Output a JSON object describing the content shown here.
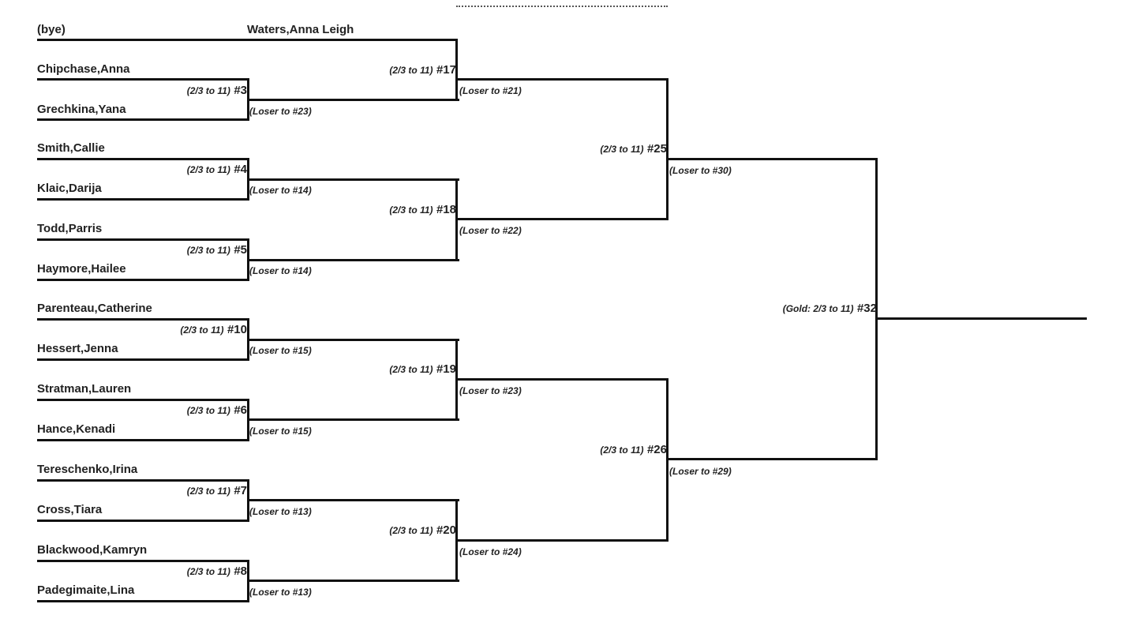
{
  "round1": [
    {
      "top": "(bye)",
      "bottom": ""
    },
    {
      "top": "Chipchase,Anna",
      "bottom": "Grechkina,Yana",
      "format": "(2/3 to 11)",
      "match": "#3",
      "loser": "(Loser to #23)"
    },
    {
      "top": "Smith,Callie",
      "bottom": "Klaic,Darija",
      "format": "(2/3 to 11)",
      "match": "#4",
      "loser": "(Loser to #14)"
    },
    {
      "top": "Todd,Parris",
      "bottom": "Haymore,Hailee",
      "format": "(2/3 to 11)",
      "match": "#5",
      "loser": "(Loser to #14)"
    },
    {
      "top": "Parenteau,Catherine",
      "bottom": "Hessert,Jenna",
      "format": "(2/3 to 11)",
      "match": "#10",
      "loser": "(Loser to #15)"
    },
    {
      "top": "Stratman,Lauren",
      "bottom": "Hance,Kenadi",
      "format": "(2/3 to 11)",
      "match": "#6",
      "loser": "(Loser to #15)"
    },
    {
      "top": "Tereschenko,Irina",
      "bottom": "Cross,Tiara",
      "format": "(2/3 to 11)",
      "match": "#7",
      "loser": "(Loser to #13)"
    },
    {
      "top": "Blackwood,Kamryn",
      "bottom": "Padegimaite,Lina",
      "format": "(2/3 to 11)",
      "match": "#8",
      "loser": "(Loser to #13)"
    }
  ],
  "round2_advanced": "Waters,Anna Leigh",
  "round2": [
    {
      "format": "(2/3 to 11)",
      "match": "#17",
      "loser": "(Loser to #21)"
    },
    {
      "format": "(2/3 to 11)",
      "match": "#18",
      "loser": "(Loser to #22)"
    },
    {
      "format": "(2/3 to 11)",
      "match": "#19",
      "loser": "(Loser to #23)"
    },
    {
      "format": "(2/3 to 11)",
      "match": "#20",
      "loser": "(Loser to #24)"
    }
  ],
  "round3": [
    {
      "format": "(2/3 to 11)",
      "match": "#25",
      "loser": "(Loser to #30)"
    },
    {
      "format": "(2/3 to 11)",
      "match": "#26",
      "loser": "(Loser to #29)"
    }
  ],
  "final": {
    "format": "(Gold: 2/3 to 11)",
    "match": "#32"
  }
}
